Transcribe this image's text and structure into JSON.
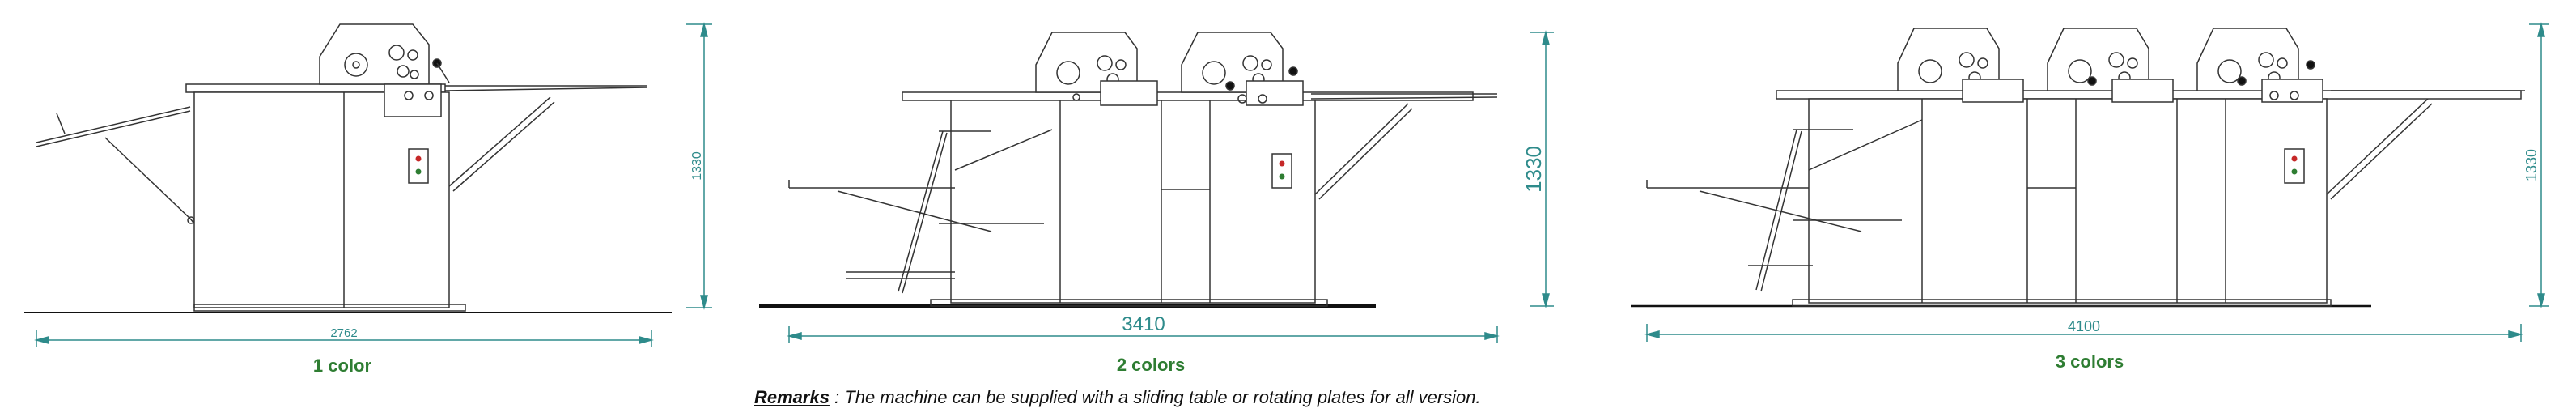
{
  "colors": {
    "dimension": "#2e8b8b",
    "caption": "#2e7d32",
    "line": "#333333",
    "ground": "#111111",
    "indicator_red": "#c62828",
    "indicator_green": "#2e7d32"
  },
  "machines": [
    {
      "caption": "1 color",
      "width_dim": "2762",
      "height_dim": "1330",
      "color_units": 1
    },
    {
      "caption": "2 colors",
      "width_dim": "3410",
      "height_dim": "1330",
      "color_units": 2
    },
    {
      "caption": "3 colors",
      "width_dim": "4100",
      "height_dim": "1330",
      "color_units": 3
    }
  ],
  "remarks": {
    "label": "Remarks",
    "text": " : The machine can be supplied with a sliding table or rotating plates for all version."
  }
}
